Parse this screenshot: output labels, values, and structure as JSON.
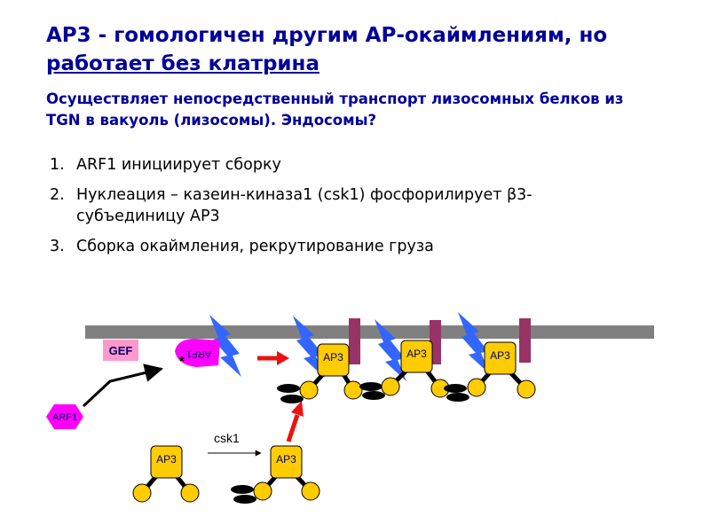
{
  "title": {
    "line1": "AP3 -  гомологичен другим АР-окаймлениям, но",
    "line2": "работает без клатрина"
  },
  "subtitle": {
    "line1": "Осуществляет непосредственный транспорт лизосомных белков из",
    "line2": "TGN в вакуоль (лизосомы). Эндосомы?"
  },
  "steps": [
    {
      "num": "1.",
      "line1": "ARF1 инициирует сборку",
      "line2": ""
    },
    {
      "num": "2.",
      "line1": "Нуклеация – казеин-киназа1 (csk1) фосфорилирует β3-",
      "line2": "субъединицу AP3"
    },
    {
      "num": "3.",
      "line1": "Сборка окаймления, рекрутирование груза",
      "line2": ""
    }
  ],
  "diagram": {
    "gef_label": "GEF",
    "arf1_label": "ARF1",
    "arf1_active_label": "ARF1",
    "arf1_active_marker": "*",
    "ap3_label": "AP3",
    "kinase_label": "csk1",
    "colors": {
      "membrane": "#808080",
      "adaptor": "#ffcc00",
      "arf1": "#ff00ff",
      "gef_box": "#ff99cc",
      "gef_text": "#000066",
      "cargo": "#993366",
      "lightning": "#3366ff",
      "red_arrow": "#ee1111",
      "phosphate": "#000000"
    }
  }
}
